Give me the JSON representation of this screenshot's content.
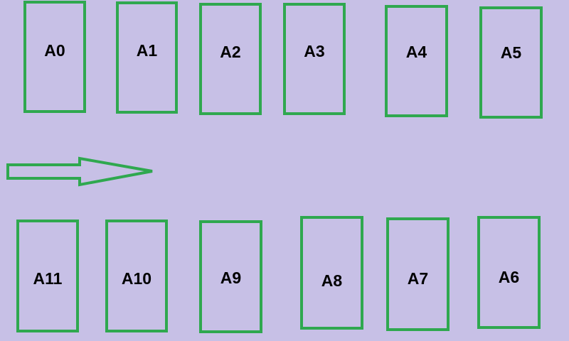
{
  "colors": {
    "background": "#c7c0e6",
    "box_stroke": "#2fa84f",
    "label_text": "#000000"
  },
  "top_row": [
    {
      "label": "A0"
    },
    {
      "label": "A1"
    },
    {
      "label": "A2"
    },
    {
      "label": "A3"
    },
    {
      "label": "A4"
    },
    {
      "label": "A5"
    }
  ],
  "bottom_row": [
    {
      "label": "A11"
    },
    {
      "label": "A10"
    },
    {
      "label": "A9"
    },
    {
      "label": "A8"
    },
    {
      "label": "A7"
    },
    {
      "label": "A6"
    }
  ],
  "arrow": {
    "direction": "right"
  }
}
